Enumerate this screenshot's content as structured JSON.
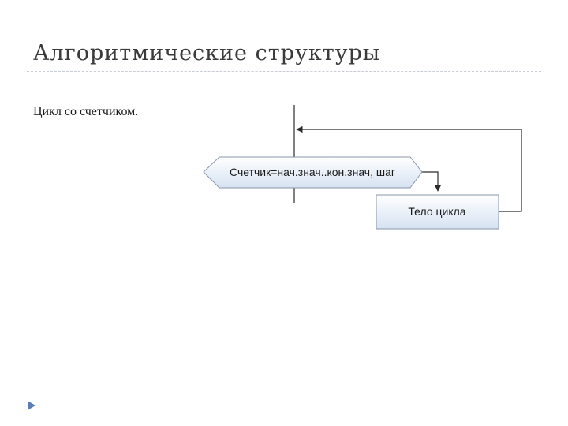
{
  "slide": {
    "title": "Алгоритмические структуры",
    "subtitle": "Цикл со счетчиком."
  },
  "flowchart": {
    "loop_header": "Счетчик=нач.знач..кон.знач, шаг",
    "body_block": "Тело цикла"
  },
  "colors": {
    "shape_fill_top": "#ffffff",
    "shape_fill_bottom": "#d6e2f2",
    "shape_stroke": "#8a97a8",
    "line": "#2b2b2b",
    "nav_arrow": "#5b7db8",
    "divider": "#c8ccd4"
  },
  "icons": {
    "nav": "triangle-right-icon"
  }
}
